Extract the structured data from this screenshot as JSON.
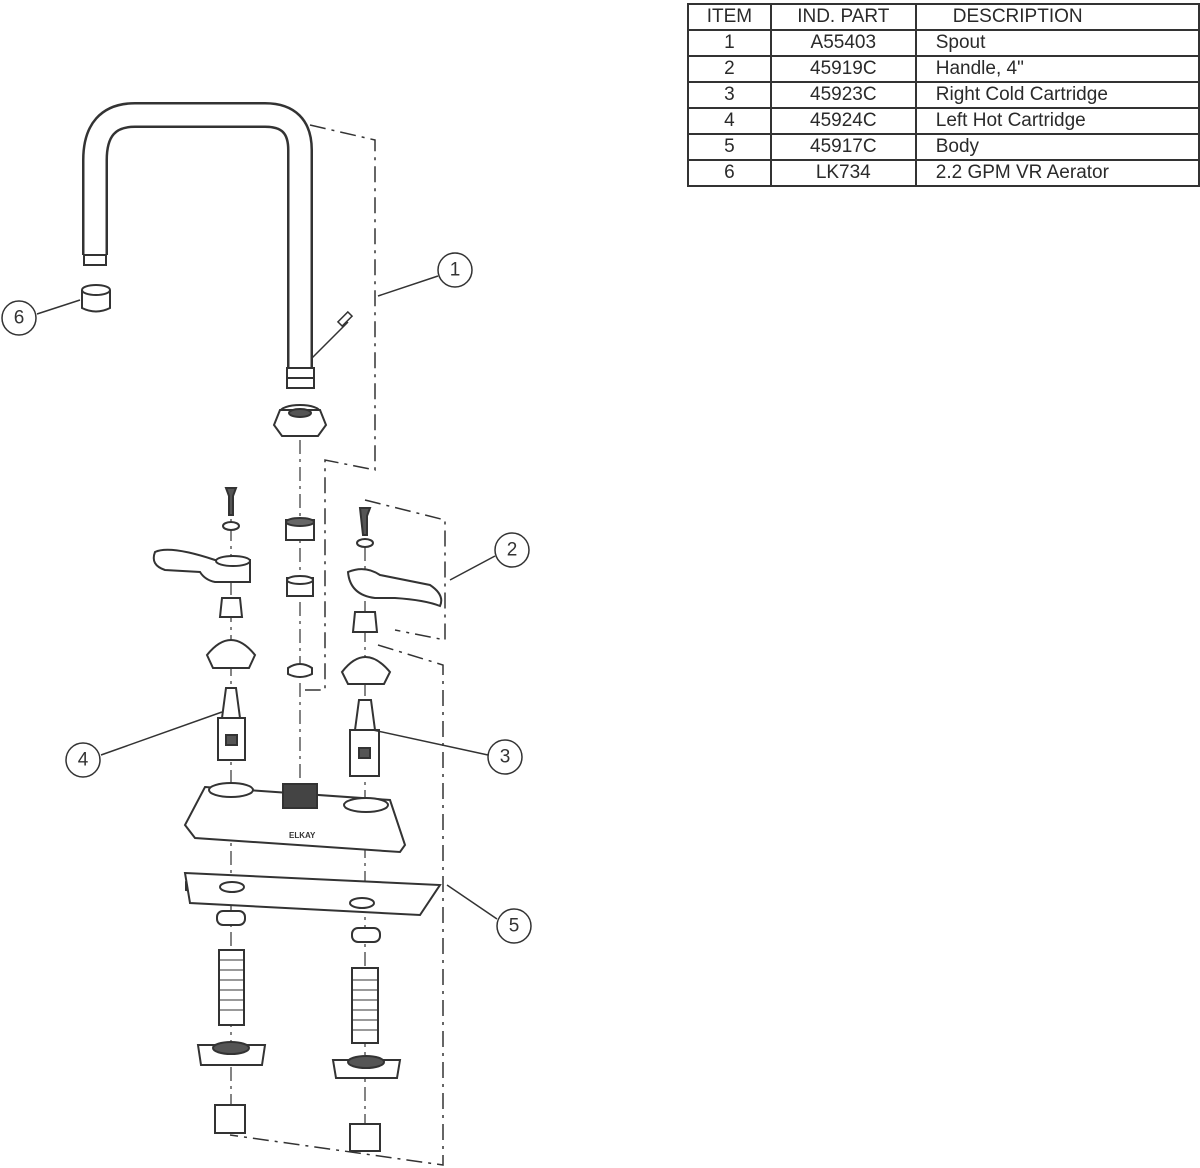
{
  "table": {
    "headers": [
      "ITEM",
      "IND. PART",
      "DESCRIPTION"
    ],
    "rows": [
      {
        "item": "1",
        "part": "A55403",
        "description": "Spout"
      },
      {
        "item": "2",
        "part": "45919C",
        "description": "Handle, 4\""
      },
      {
        "item": "3",
        "part": "45923C",
        "description": "Right Cold Cartridge"
      },
      {
        "item": "4",
        "part": "45924C",
        "description": "Left Hot Cartridge"
      },
      {
        "item": "5",
        "part": "45917C",
        "description": "Body"
      },
      {
        "item": "6",
        "part": "LK734",
        "description": "2.2 GPM VR Aerator"
      }
    ]
  },
  "callouts": [
    "1",
    "2",
    "3",
    "4",
    "5",
    "6"
  ],
  "body_logo": "ELKAY",
  "colors": {
    "line": "#333333",
    "background": "#ffffff"
  }
}
